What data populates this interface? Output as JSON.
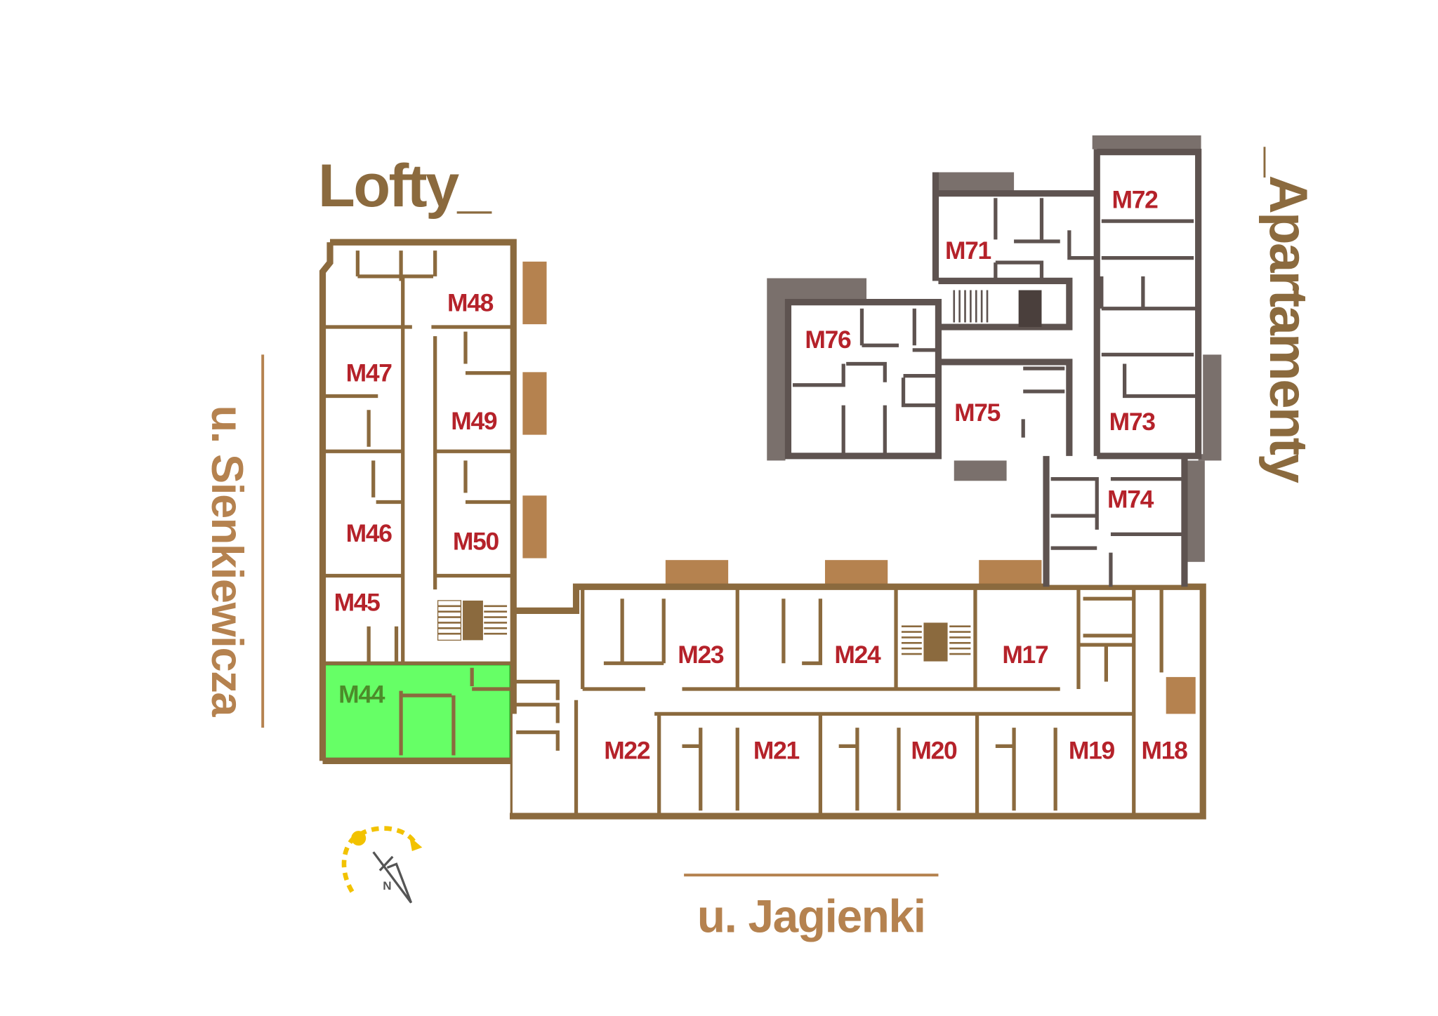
{
  "titles": {
    "lofty": "Lofty_",
    "apartments": "_Apartamenty"
  },
  "streets": {
    "west": "u. Sienkiewicza",
    "south": "u. Jagienki"
  },
  "compass": {
    "label": "N"
  },
  "selected_unit": "M44",
  "units": {
    "M44": "M44",
    "M45": "M45",
    "M46": "M46",
    "M47": "M47",
    "M48": "M48",
    "M49": "M49",
    "M50": "M50",
    "M17": "M17",
    "M18": "M18",
    "M19": "M19",
    "M20": "M20",
    "M21": "M21",
    "M22": "M22",
    "M23": "M23",
    "M24": "M24",
    "M71": "M71",
    "M72": "M72",
    "M73": "M73",
    "M74": "M74",
    "M75": "M75",
    "M76": "M76"
  },
  "colors": {
    "lofty_wall": "#8b6a3e",
    "apartment_wall": "#5e5350",
    "label": "#b5222a",
    "selected_fill": "#66ff66",
    "balcony": "#b5824f",
    "sun": "#f2c200"
  }
}
